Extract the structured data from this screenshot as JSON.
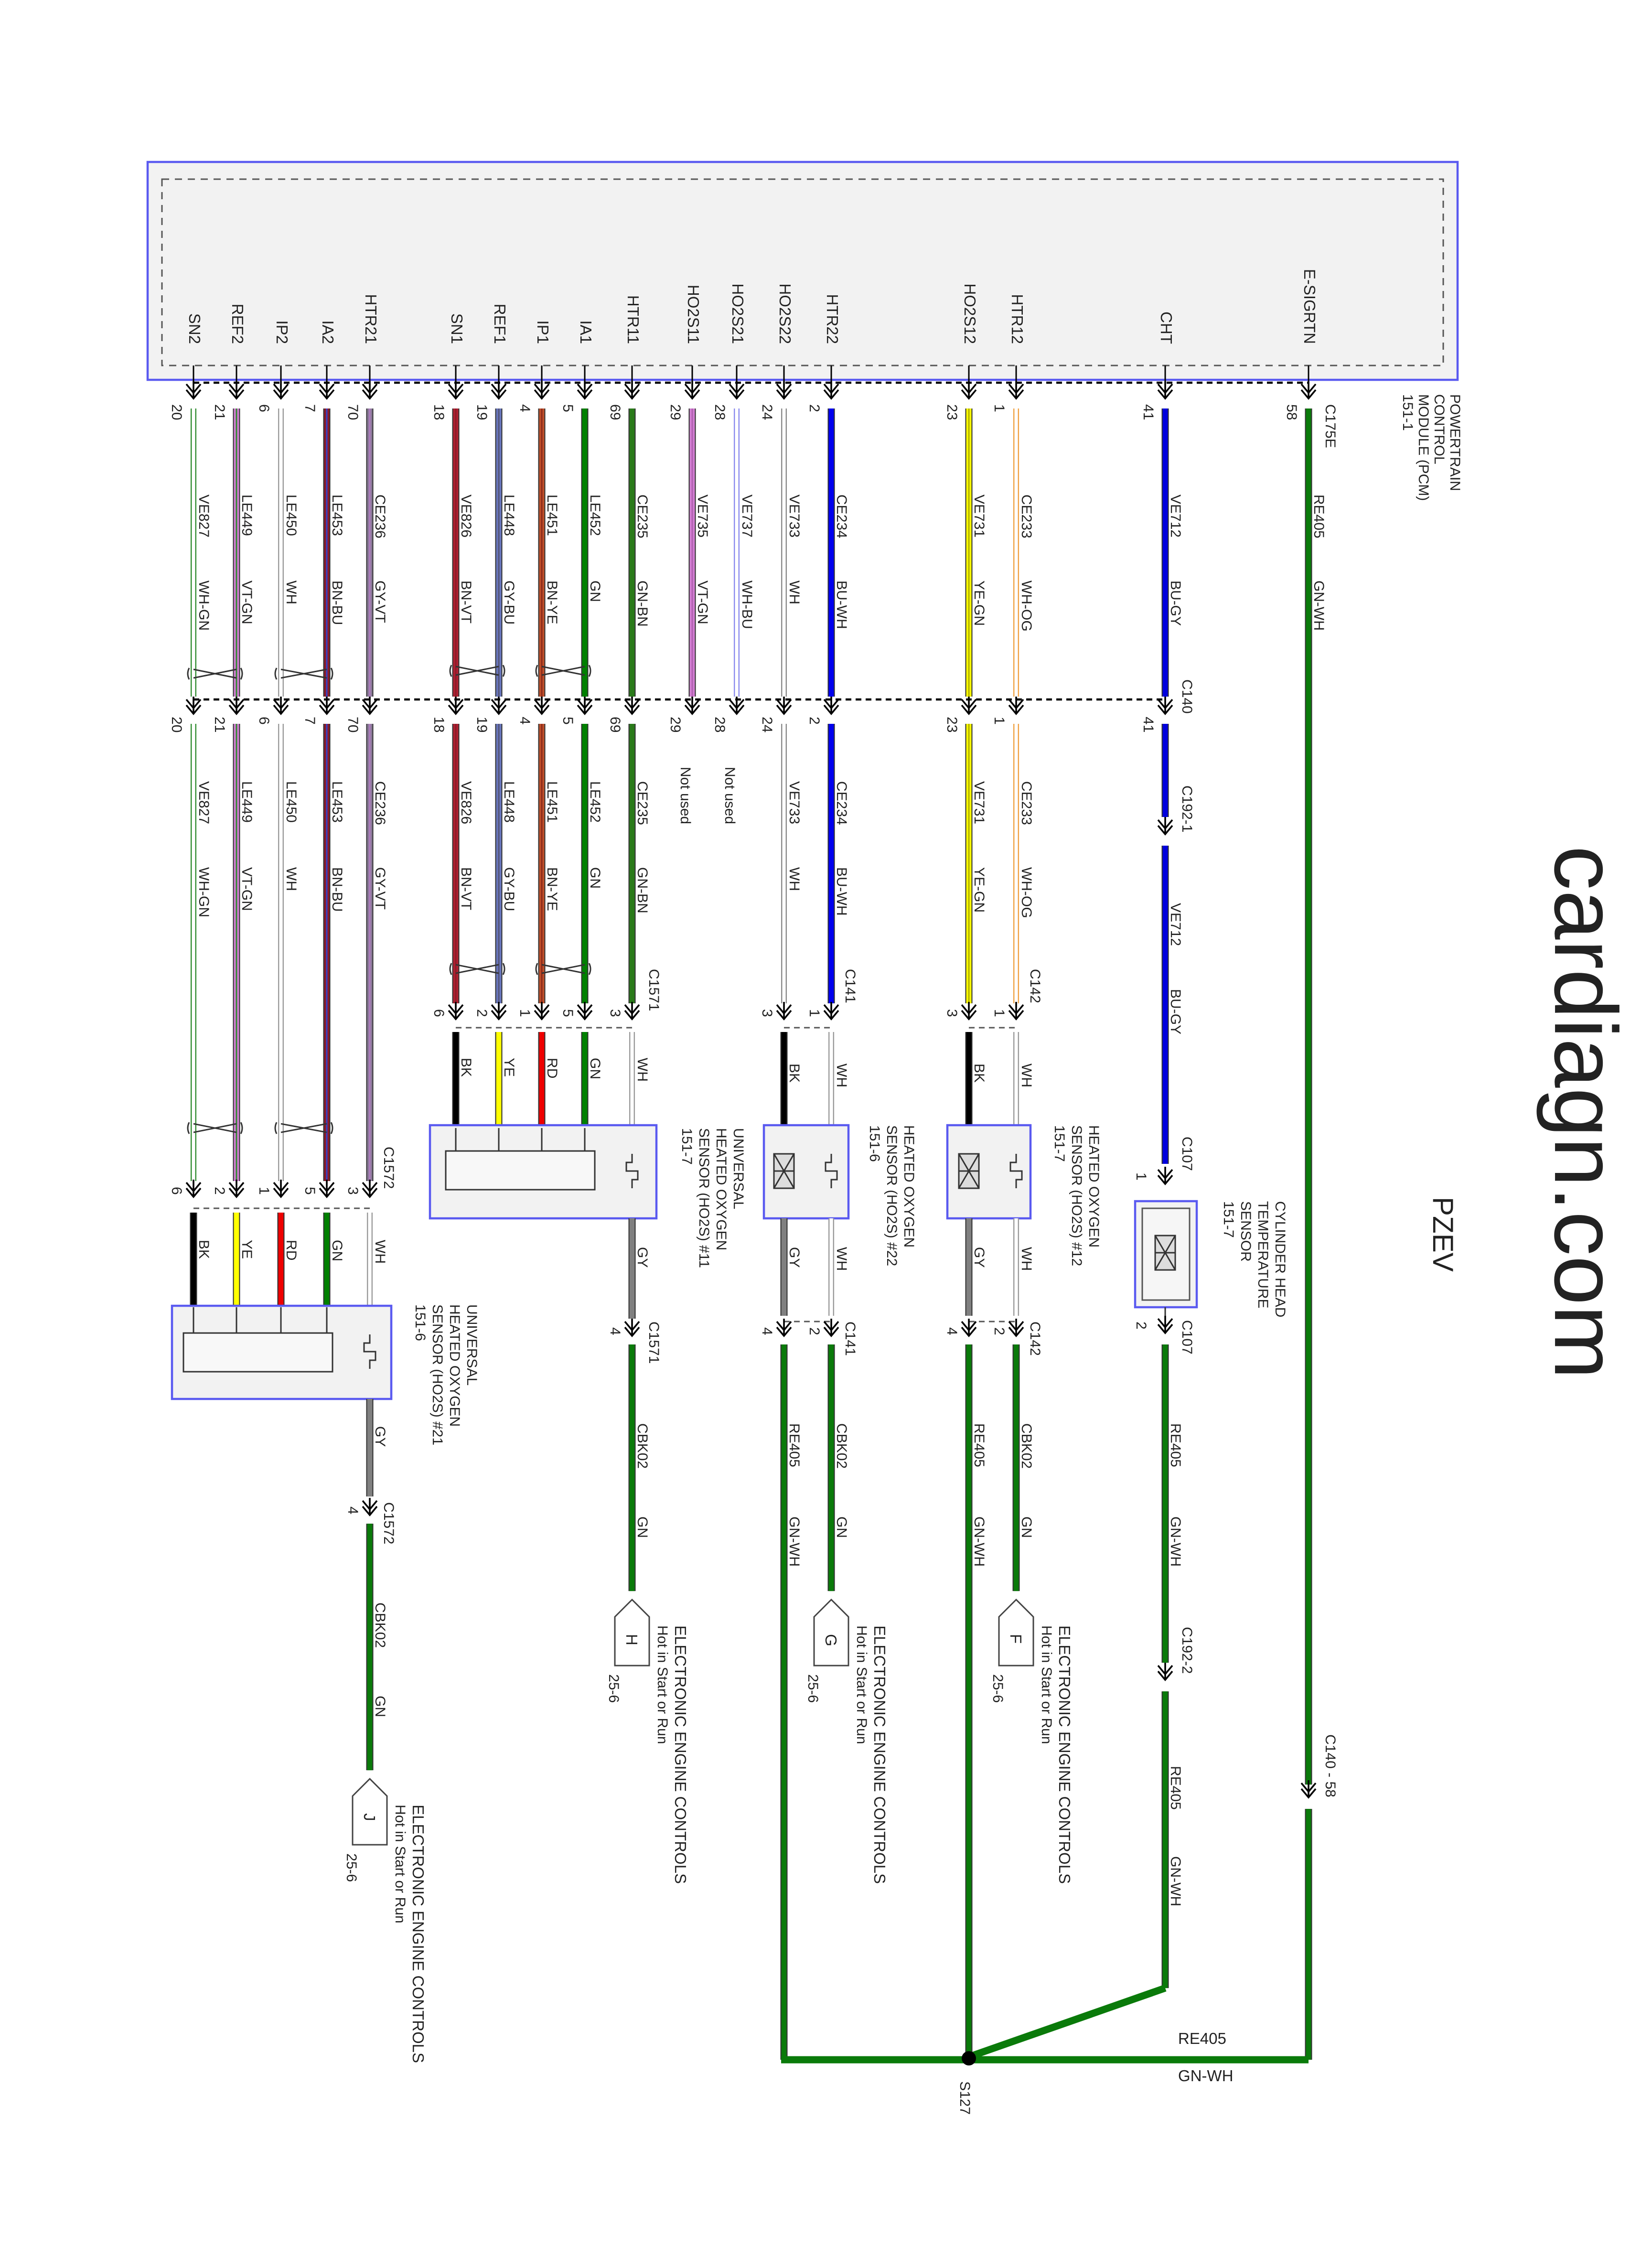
{
  "title": "PZEV",
  "watermark": "cardiagn.com",
  "pcm": {
    "name_lines": [
      "POWERTRAIN",
      "CONTROL",
      "MODULE (PCM)",
      "151-1"
    ],
    "connector": "C175E"
  },
  "connectors": {
    "c140": "C140",
    "c192_1": "C192-1",
    "c192_2": "C192-2",
    "c140_58": "C140 - 58",
    "c107": "C107",
    "c142": "C142",
    "c141": "C141",
    "c1571": "C1571",
    "c1572": "C1572"
  },
  "not_used": "Not used",
  "circuits": [
    {
      "pin": "SN2",
      "num": "20",
      "circuit": "VE827",
      "color": "WH-GN",
      "base": "#ffffff",
      "stripe": "#2e8b2e",
      "end_pin": "6"
    },
    {
      "pin": "REF2",
      "num": "21",
      "circuit": "LE449",
      "color": "VT-GN",
      "base": "#d47fd4",
      "stripe": "#2e8b2e",
      "end_pin": "2"
    },
    {
      "pin": "IP2",
      "num": "6",
      "circuit": "LE450",
      "color": "WH",
      "base": "#ffffff",
      "stripe": "#999999",
      "end_pin": "1"
    },
    {
      "pin": "IA2",
      "num": "7",
      "circuit": "LE453",
      "color": "BN-BU",
      "base": "#8b1a2a",
      "stripe": "#3344cc",
      "end_pin": "5"
    },
    {
      "pin": "HTR21",
      "num": "70",
      "circuit": "CE236",
      "color": "GY-VT",
      "base": "#8c7a9a",
      "stripe": "#b07cc0",
      "end_pin": "3"
    },
    {
      "pin": "SN1",
      "num": "18",
      "circuit": "VE826",
      "color": "BN-VT",
      "base": "#b02030",
      "stripe": "#8b1a2a",
      "end_pin": "6"
    },
    {
      "pin": "REF1",
      "num": "19",
      "circuit": "LE448",
      "color": "GY-BU",
      "base": "#6a78c0",
      "stripe": "#555577",
      "end_pin": "2"
    },
    {
      "pin": "IP1",
      "num": "4",
      "circuit": "LE451",
      "color": "BN-YE",
      "base": "#c0502a",
      "stripe": "#8b2a1a",
      "end_pin": "1"
    },
    {
      "pin": "IA1",
      "num": "5",
      "circuit": "LE452",
      "color": "GN",
      "base": "#008000",
      "stripe": "#008000",
      "end_pin": "5"
    },
    {
      "pin": "HTR11",
      "num": "69",
      "circuit": "CE235",
      "color": "GN-BN",
      "base": "#2a7a1a",
      "stripe": "#2a7a1a",
      "end_pin": "3"
    },
    {
      "pin": "HO2S11",
      "num": "29",
      "circuit": "VE735",
      "color": "VT-GN",
      "base": "#d47fd4",
      "stripe": "#b060b0",
      "end_pin": ""
    },
    {
      "pin": "HO2S21",
      "num": "28",
      "circuit": "VE737",
      "color": "WH-BU",
      "base": "#ffffff",
      "stripe": "#8888ee",
      "end_pin": ""
    },
    {
      "pin": "HO2S22",
      "num": "24",
      "circuit": "VE733",
      "color": "WH",
      "base": "#ffffff",
      "stripe": "#888888",
      "end_pin": "3"
    },
    {
      "pin": "HTR22",
      "num": "2",
      "circuit": "CE234",
      "color": "BU-WH",
      "base": "#0000ee",
      "stripe": "#0000ee",
      "end_pin": "1"
    },
    {
      "pin": "HO2S12",
      "num": "23",
      "circuit": "VE731",
      "color": "YE-GN",
      "base": "#ffff00",
      "stripe": "#b0b000",
      "end_pin": "3"
    },
    {
      "pin": "HTR12",
      "num": "1",
      "circuit": "CE233",
      "color": "WH-OG",
      "base": "#ffffff",
      "stripe": "#f0a040",
      "end_pin": "1"
    },
    {
      "pin": "CHT",
      "num": "41",
      "circuit": "VE712",
      "color": "BU-GY",
      "base": "#0000dd",
      "stripe": "#0000dd",
      "end_pin": "1"
    },
    {
      "pin": "E-SIGRTN",
      "num": "58",
      "circuit": "RE405",
      "color": "GN-WH",
      "base": "#0a7a0a",
      "stripe": "#0a7a0a",
      "end_pin": ""
    }
  ],
  "sensor_wires": {
    "ho2s21": [
      "BK",
      "YE",
      "RD",
      "GN",
      "WH"
    ],
    "ho2s11": [
      "BK",
      "YE",
      "RD",
      "GN",
      "WH"
    ],
    "ho2s22": [
      "BK",
      "WH"
    ],
    "ho2s12": [
      "BK",
      "WH"
    ]
  },
  "sensors": {
    "ho2s12": [
      "HEATED OXYGEN",
      "SENSOR (HO2S) #12",
      "151-7"
    ],
    "ho2s22": [
      "HEATED OXYGEN",
      "SENSOR (HO2S) #22",
      "151-6"
    ],
    "ho2s11": [
      "UNIVERSAL",
      "HEATED OXYGEN",
      "SENSOR (HO2S) #11",
      "151-7"
    ],
    "ho2s21": [
      "UNIVERSAL",
      "HEATED OXYGEN",
      "SENSOR (HO2S) #21",
      "151-6"
    ],
    "cht": [
      "CYLINDER HEAD",
      "TEMPERATURE",
      "SENSOR",
      "151-7"
    ]
  },
  "ground_side": {
    "gy": "GY",
    "wh": "WH",
    "pin4": "4",
    "pin2": "2",
    "cht_pin1": "1",
    "cht_pin2": "2",
    "power_circuit": "CBK02",
    "power_color": "GN",
    "return_circuit": "RE405",
    "return_color": "GN-WH"
  },
  "terminals": [
    {
      "letter": "F",
      "ref": "25-6",
      "lines": [
        "ELECTRONIC ENGINE CONTROLS",
        "Hot in Start or Run"
      ]
    },
    {
      "letter": "G",
      "ref": "25-6",
      "lines": [
        "ELECTRONIC ENGINE CONTROLS",
        "Hot in Start or Run"
      ]
    },
    {
      "letter": "H",
      "ref": "25-6",
      "lines": [
        "ELECTRONIC ENGINE CONTROLS",
        "Hot in Start or Run"
      ]
    },
    {
      "letter": "J",
      "ref": "25-6",
      "lines": [
        "ELECTRONIC ENGINE CONTROLS",
        "Hot in Start or Run"
      ]
    }
  ],
  "splice": {
    "name": "S127",
    "circuit": "RE405",
    "color": "GN-WH"
  },
  "wire_colors": {
    "BK": "#000000",
    "YE": "#ffff00",
    "RD": "#ee0000",
    "GN": "#008000",
    "WH": "#ffffff",
    "GY": "#808080",
    "GN-WH": "#0a7a0a"
  },
  "module_border": "#5a5af0"
}
